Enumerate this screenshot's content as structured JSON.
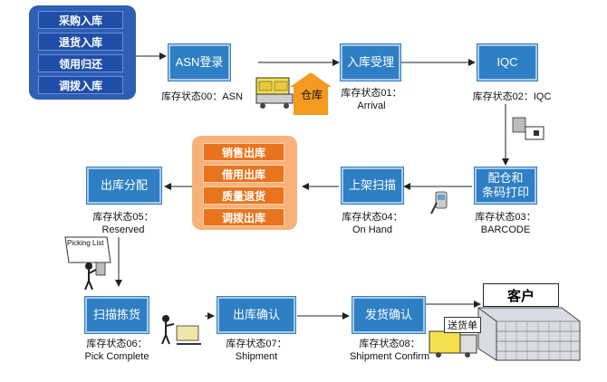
{
  "inbound_sources": [
    "采购入库",
    "退货入库",
    "领用归还",
    "调拨入库"
  ],
  "outbound_types": [
    "销售出库",
    "借用出库",
    "质量退货",
    "调拨出库"
  ],
  "steps": {
    "asn": {
      "label": "ASN登录",
      "status": "库存状态00：ASN"
    },
    "receive": {
      "label": "入库受理",
      "status_line1": "库存状态01：",
      "status_line2": "Arrival"
    },
    "iqc": {
      "label": "IQC",
      "status": "库存状态02：IQC"
    },
    "barcode": {
      "label_line1": "配仓和",
      "label_line2": "条码打印",
      "status_line1": "库存状态03：",
      "status_line2": "BARCODE"
    },
    "shelving": {
      "label": "上架扫描",
      "status_line1": "库存状态04：",
      "status_line2": "On Hand"
    },
    "allocation": {
      "label": "出库分配",
      "status_line1": "库存状态05：",
      "status_line2": "Reserved"
    },
    "picking": {
      "label": "扫描拣货",
      "status_line1": "库存状态06：",
      "status_line2": "Pick Complete"
    },
    "outbound_confirm": {
      "label": "出库确认",
      "status_line1": "库存状态07：",
      "status_line2": "Shipment"
    },
    "ship_confirm": {
      "label": "发货确认",
      "status_line1": "库存状态08：",
      "status_line2": "Shipment Confirm"
    }
  },
  "labels": {
    "warehouse": "仓库",
    "customer": "客户",
    "delivery_note": "送货单",
    "picking_list": "Picking List"
  },
  "colors": {
    "step_box": "#2f7fc4",
    "inbound_panel": "#2c5fb5",
    "outbound_panel": "#f7b27a",
    "outbound_item": "#e8741e",
    "warehouse_arrow": "#f39a1f"
  }
}
